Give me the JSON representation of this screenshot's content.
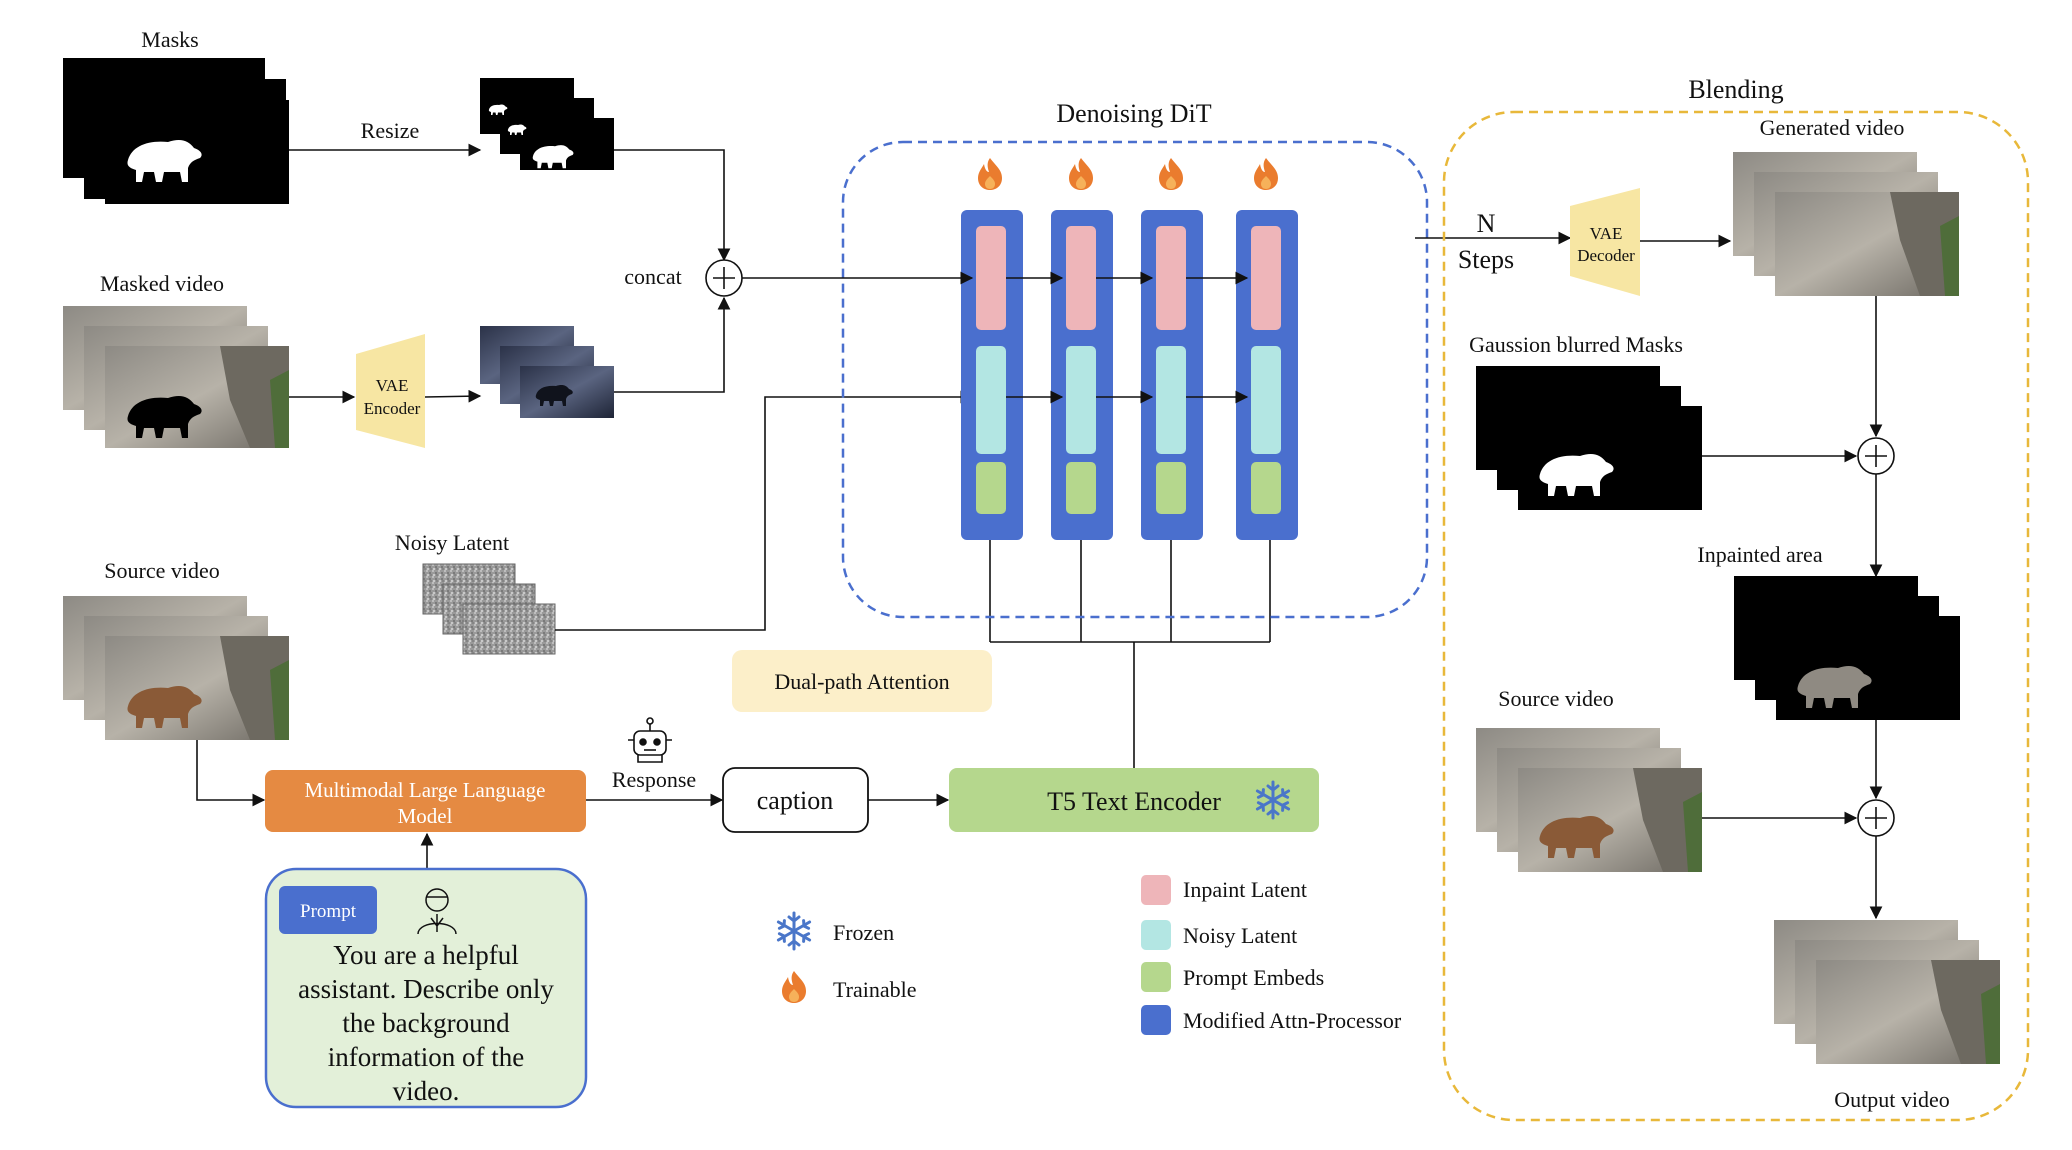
{
  "labels": {
    "masks": "Masks",
    "resize": "Resize",
    "masked_video": "Masked video",
    "concat": "concat",
    "vae_encoder_1": "VAE",
    "vae_encoder_2": "Encoder",
    "noisy_latent": "Noisy Latent",
    "source_video": "Source video",
    "response": "Response",
    "mllm_1": "Multimodal Large Language",
    "mllm_2": "Model",
    "caption": "caption",
    "t5": "T5 Text Encoder",
    "prompt_tag": "Prompt",
    "prompt_text": [
      "You are a helpful",
      "assistant. Describe only",
      "the background",
      "information of the",
      "video."
    ],
    "denoising_dit": "Denoising DiT",
    "dual_path": "Dual-path Attention",
    "frozen": "Frozen",
    "trainable": "Trainable",
    "blending": "Blending",
    "n": "N",
    "steps": "Steps",
    "vae_decoder_1": "VAE",
    "vae_decoder_2": "Decoder",
    "generated_video": "Generated video",
    "gaussian_masks": "Gaussion blurred Masks",
    "inpainted_area": "Inpainted area",
    "source_video_2": "Source video",
    "output_video": "Output video"
  },
  "legend": [
    {
      "label": "Inpaint Latent",
      "color": "#eeb5b9"
    },
    {
      "label": "Noisy Latent",
      "color": "#b3e6e3"
    },
    {
      "label": "Prompt Embeds",
      "color": "#b5d78d"
    },
    {
      "label": "Modified Attn-Processor",
      "color": "#4a6fce"
    }
  ],
  "colors": {
    "dit_border": "#4a6fce",
    "blend_border": "#e8b83a",
    "mllm": "#e58a42",
    "t5": "#b5d78d",
    "vae": "#f7e6a3",
    "prompt_bg": "#e3f0d9",
    "prompt_border": "#4a6fce",
    "prompt_tag": "#4a6fce",
    "dual_path_bg": "#fcefc9",
    "snow": "#4a76c9",
    "flame": "#ea7c2e"
  },
  "icons": [
    "snowflake-icon",
    "flame-icon",
    "robot-icon",
    "user-icon",
    "plus-circle-icon"
  ]
}
